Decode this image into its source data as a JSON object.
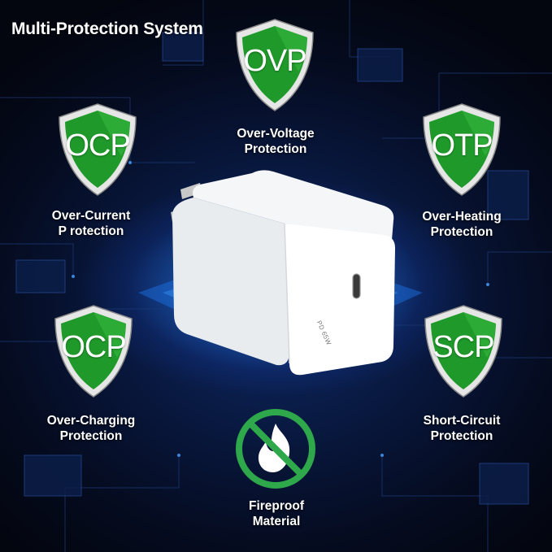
{
  "title": "Multi-Protection System",
  "shields": {
    "ovp": {
      "abbr": "OVP",
      "label_line1": "Over-Voltage",
      "label_line2": "Protection"
    },
    "ocp_top": {
      "abbr": "OCP",
      "label_line1": "Over-Current",
      "label_line2": "P rotection"
    },
    "otp": {
      "abbr": "OTP",
      "label_line1": "Over-Heating",
      "label_line2": "Protection"
    },
    "ocp_bottom": {
      "abbr": "OCP",
      "label_line1": "Over-Charging",
      "label_line2": "Protection"
    },
    "scp": {
      "abbr": "SCP",
      "label_line1": "Short-Circuit",
      "label_line2": "Protection"
    }
  },
  "fireproof": {
    "label_line1": "Fireproof",
    "label_line2": "Material",
    "icon": "no-fire-icon"
  },
  "charger": {
    "port_text": "PD 65W"
  },
  "colors": {
    "shield_green": "#1f9a2a",
    "shield_border": "#d9d9d9",
    "background": "#050b1e",
    "glow": "#2a8cff",
    "forbid_green": "#2ea84a"
  }
}
